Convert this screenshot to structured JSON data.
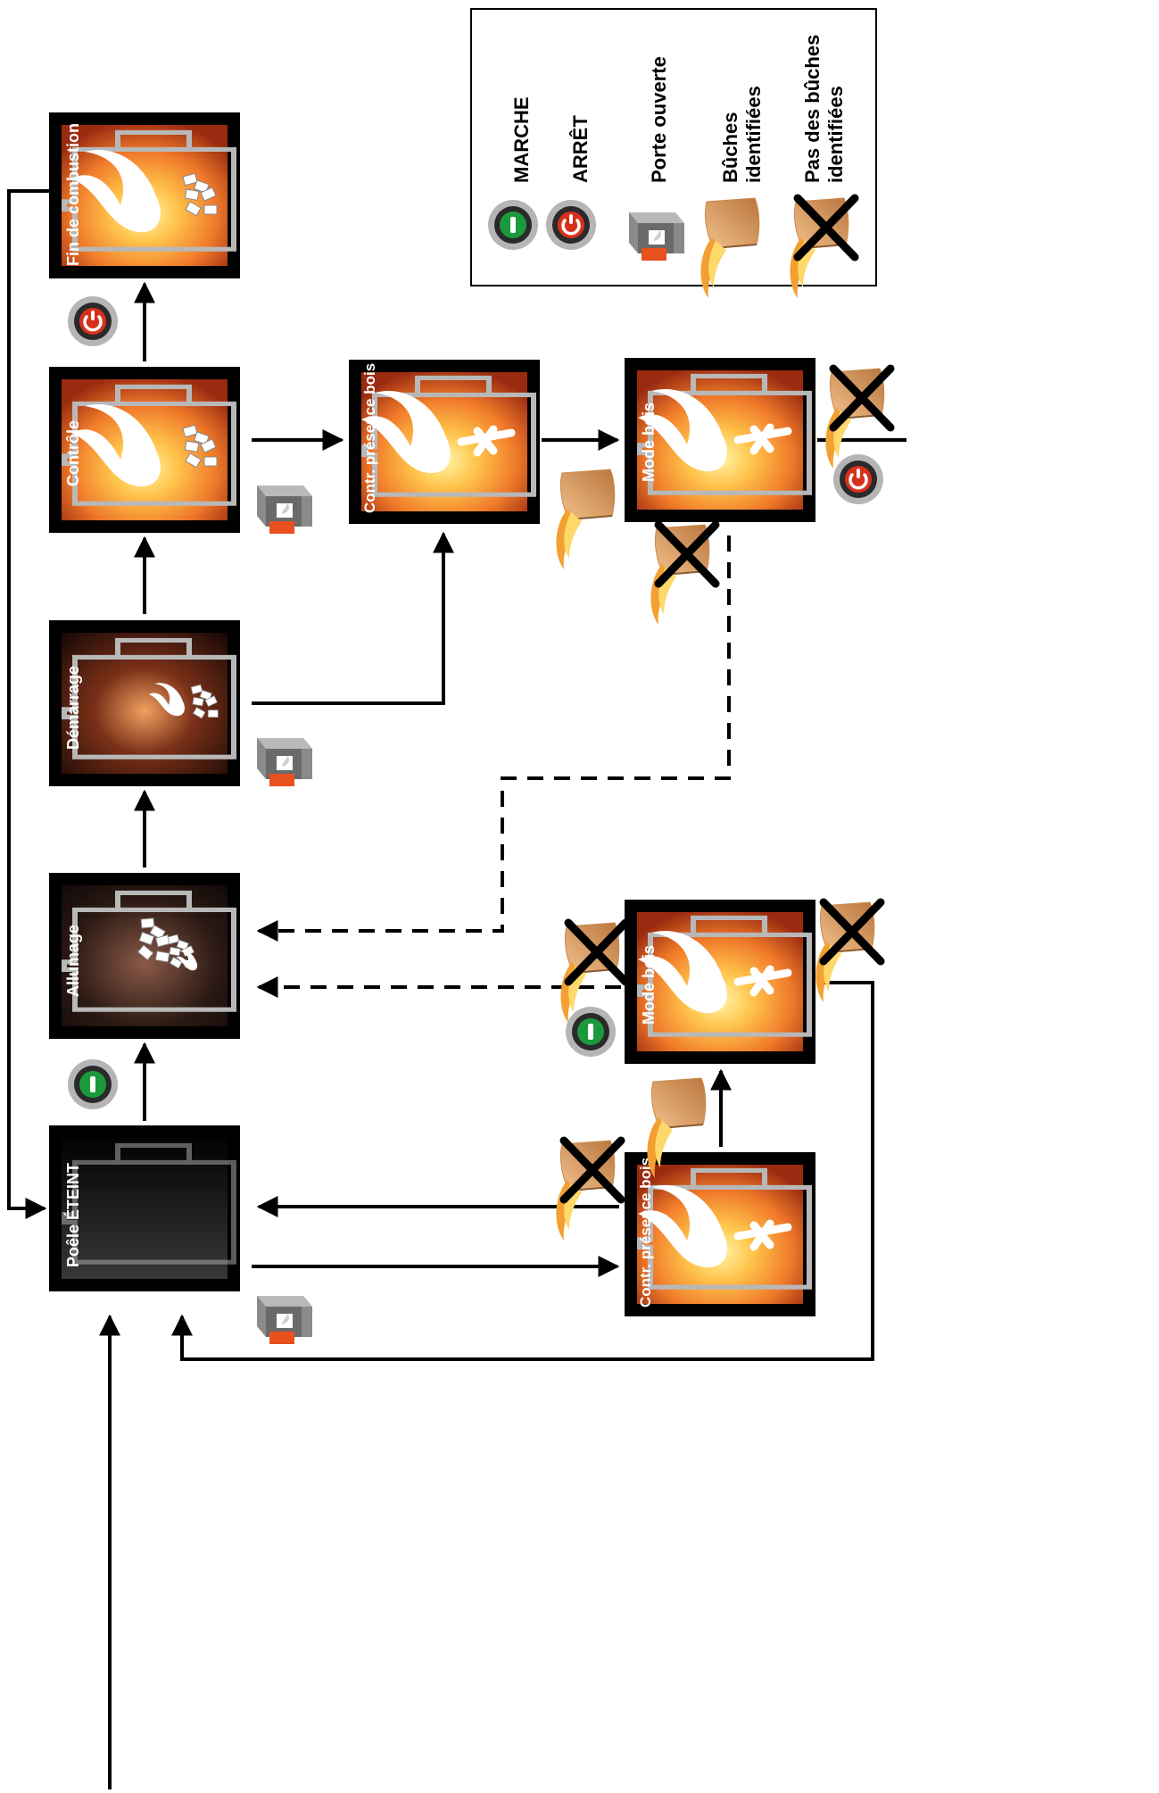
{
  "states": {
    "off": "Poêle ÉTEINT",
    "ignition": "Allumage",
    "startup": "Démarrage",
    "control": "Contrôle",
    "end_combustion": "Fin de combustion",
    "wood_check_top": "Contr. présence bois",
    "wood_mode_top": "Mode bois",
    "wood_check_bottom": "Contr. présence bois",
    "wood_mode_bottom": "Mode bois"
  },
  "legend": {
    "on": "MARCHE",
    "off": "ARRÊT",
    "door_open": "Porte ouverte",
    "logs_identified_1": "Bûches",
    "logs_identified_2": "identifiées",
    "no_logs_1": "Pas des bûches",
    "no_logs_2": "identifiées"
  },
  "colors": {
    "on_green": "#1a9a3a",
    "off_red": "#d9301c",
    "fire_orange": "#f07a2a",
    "door_orange": "#e8501e",
    "frame_black": "#000000"
  },
  "icons": [
    "power-on-icon",
    "power-off-icon",
    "door-open-icon",
    "log-identified-icon",
    "no-log-icon"
  ]
}
